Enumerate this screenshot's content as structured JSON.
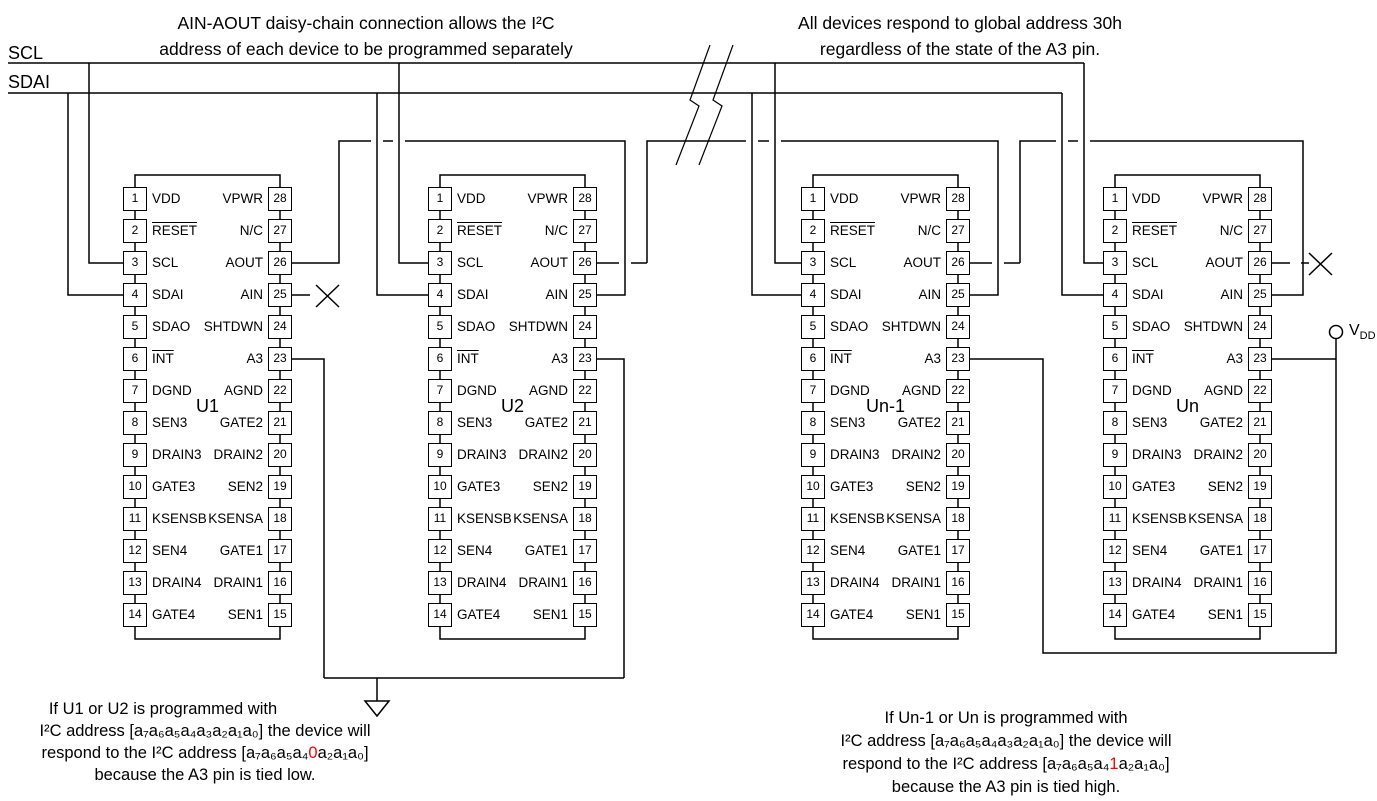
{
  "colors": {
    "line": "#000000",
    "text": "#000000",
    "highlight": "#ff0000",
    "background": "#ffffff"
  },
  "bus_labels": {
    "scl": "SCL",
    "sdai": "SDAI"
  },
  "annotations": {
    "top_left": {
      "line1": "AIN-AOUT daisy-chain connection allows the I²C",
      "line2": "address of each device to be programmed separately"
    },
    "top_right": {
      "line1": "All devices respond to global address 30h",
      "line2": "regardless of the state of the A3 pin."
    },
    "bottom_left": {
      "line1": "If U1 or U2 is programmed with",
      "line2": "I²C address [a₇a₆a₅a₄a₃a₂a₁a₀] the device will",
      "line3_prefix": "respond to the I²C address [a₇a₆a₅a₄",
      "line3_highlight": "0",
      "line3_suffix": "a₂a₁a₀]",
      "line4": "because the A3 pin is tied low."
    },
    "bottom_right": {
      "line1": "If Un-1 or Un is programmed with",
      "line2": "I²C address [a₇a₆a₅a₄a₃a₂a₁a₀] the device will",
      "line3_prefix": "respond to the I²C address [a₇a₆a₅a₄",
      "line3_highlight": "1",
      "line3_suffix": "a₂a₁a₀]",
      "line4": "because the A3 pin is tied high."
    }
  },
  "vdd_terminal": {
    "main": "V",
    "sub": "DD"
  },
  "chips": [
    {
      "name": "U1"
    },
    {
      "name": "U2"
    },
    {
      "name": "Un-1"
    },
    {
      "name": "Un"
    }
  ],
  "pin_rows": [
    {
      "left_num": "1",
      "left_label": "VDD",
      "left_overline": false,
      "right_label": "VPWR",
      "right_num": "28"
    },
    {
      "left_num": "2",
      "left_label": "RESET",
      "left_overline": true,
      "right_label": "N/C",
      "right_num": "27"
    },
    {
      "left_num": "3",
      "left_label": "SCL",
      "left_overline": false,
      "right_label": "AOUT",
      "right_num": "26"
    },
    {
      "left_num": "4",
      "left_label": "SDAI",
      "left_overline": false,
      "right_label": "AIN",
      "right_num": "25"
    },
    {
      "left_num": "5",
      "left_label": "SDAO",
      "left_overline": false,
      "right_label": "SHTDWN",
      "right_num": "24"
    },
    {
      "left_num": "6",
      "left_label": "INT",
      "left_overline": true,
      "right_label": "A3",
      "right_num": "23"
    },
    {
      "left_num": "7",
      "left_label": "DGND",
      "left_overline": false,
      "right_label": "AGND",
      "right_num": "22"
    },
    {
      "left_num": "8",
      "left_label": "SEN3",
      "left_overline": false,
      "right_label": "GATE2",
      "right_num": "21"
    },
    {
      "left_num": "9",
      "left_label": "DRAIN3",
      "left_overline": false,
      "right_label": "DRAIN2",
      "right_num": "20"
    },
    {
      "left_num": "10",
      "left_label": "GATE3",
      "left_overline": false,
      "right_label": "SEN2",
      "right_num": "19"
    },
    {
      "left_num": "11",
      "left_label": "KSENSB",
      "left_overline": false,
      "right_label": "KSENSA",
      "right_num": "18"
    },
    {
      "left_num": "12",
      "left_label": "SEN4",
      "left_overline": false,
      "right_label": "GATE1",
      "right_num": "17"
    },
    {
      "left_num": "13",
      "left_label": "DRAIN4",
      "left_overline": false,
      "right_label": "DRAIN1",
      "right_num": "16"
    },
    {
      "left_num": "14",
      "left_label": "GATE4",
      "left_overline": false,
      "right_label": "SEN1",
      "right_num": "15"
    }
  ]
}
